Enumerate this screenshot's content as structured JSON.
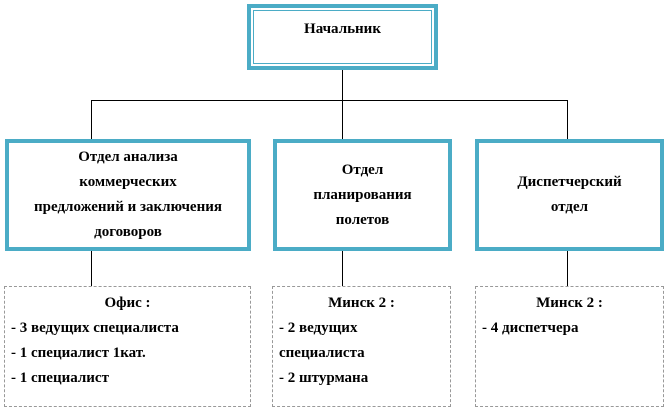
{
  "head": {
    "label": "Начальник"
  },
  "departments": [
    {
      "lines": [
        "Отдел анализа",
        "коммерческих",
        "предложений и заключения",
        "договоров"
      ]
    },
    {
      "lines": [
        "Отдел",
        "планирования",
        "полетов"
      ]
    },
    {
      "lines": [
        "Диспетчерский",
        "отдел"
      ]
    }
  ],
  "locations": [
    {
      "title": "Офис :",
      "items": [
        "- 3 ведущих специалиста",
        "- 1 специалист 1кат.",
        "- 1 специалист"
      ]
    },
    {
      "title": "Минск 2 :",
      "items": [
        "- 2 ведущих",
        "специалиста",
        "- 2 штурмана"
      ]
    },
    {
      "title": "Минск 2 :",
      "items": [
        "- 4 диспетчера"
      ]
    }
  ],
  "colors": {
    "accent": "#4bacc6"
  }
}
